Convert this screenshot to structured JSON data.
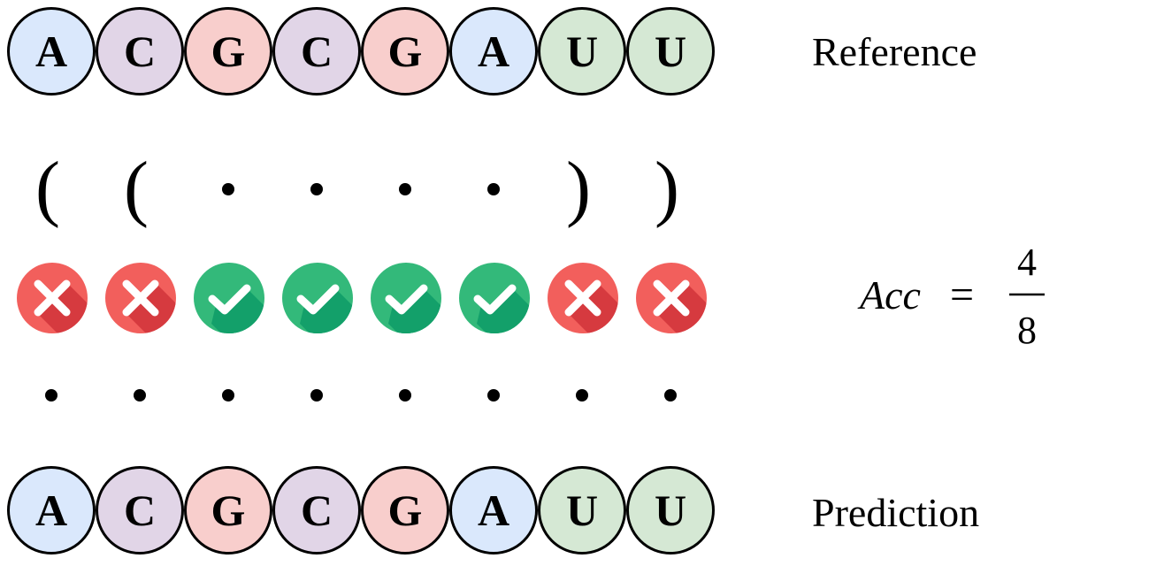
{
  "colors": {
    "A": "#dae8fc",
    "C": "#e1d5e7",
    "G": "#f8cecc",
    "U": "#d5e8d4",
    "stroke": "#000000",
    "wrong": "#f25f5c",
    "wrong_shadow": "#d63a3f",
    "correct": "#33b97a",
    "correct_shadow": "#13a06a"
  },
  "reference": {
    "label": "Reference",
    "bases": [
      "A",
      "C",
      "G",
      "C",
      "G",
      "A",
      "U",
      "U"
    ]
  },
  "reference_structure": [
    "(",
    "(",
    ".",
    ".",
    ".",
    ".",
    ")",
    ")"
  ],
  "comparison": [
    "wrong",
    "wrong",
    "correct",
    "correct",
    "correct",
    "correct",
    "wrong",
    "wrong"
  ],
  "comparison_icons": {
    "wrong": "cross-icon",
    "correct": "check-icon"
  },
  "prediction_structure": [
    ".",
    ".",
    ".",
    ".",
    ".",
    ".",
    ".",
    "."
  ],
  "prediction": {
    "label": "Prediction",
    "bases": [
      "A",
      "C",
      "G",
      "C",
      "G",
      "A",
      "U",
      "U"
    ]
  },
  "accuracy": {
    "lhs": "Acc",
    "eq": "=",
    "numerator": "4",
    "denominator": "8"
  }
}
